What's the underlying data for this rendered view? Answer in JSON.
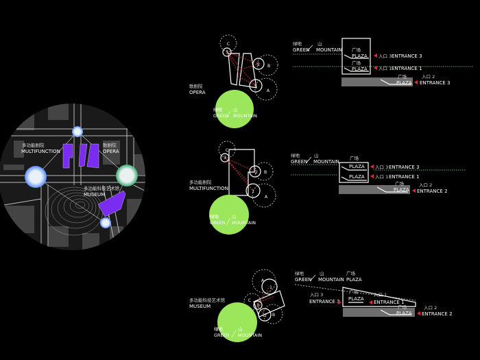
{
  "colors": {
    "background": "#000000",
    "green": "#9be65a",
    "purple": "#7a2df0",
    "gray_bar": "#6d6d6d",
    "entrance_arrow": "#e0283c",
    "node_glow": "#cfe8ff"
  },
  "site_map": {
    "multifunction_cn": "多功能剧院",
    "multifunction_en": "MULTIFUNCTION",
    "opera_cn": "歌剧院",
    "opera_en": "OPERA",
    "museum_cn": "多功能科技艺术馆",
    "museum_en": "MUSEUM"
  },
  "panels": [
    {
      "building_cn": "歌剧院",
      "building_en": "OPERA",
      "green_cn": "绿地",
      "mountain_cn": "山",
      "green_en": "GREEN",
      "mountain_en": "MOUNTAIN",
      "nodes": [
        "C",
        "3",
        "2",
        "B",
        "1",
        "A"
      ],
      "section": {
        "green_cn": "绿地",
        "mountain_cn": "山",
        "green_en": "GREEN",
        "mountain_en": "MOUNTAIN",
        "plaza1_cn": "广场",
        "plaza1_en": "PLAZA",
        "plaza2_cn": "广场",
        "plaza2_en": "PLAZA",
        "plaza3_cn": "广场",
        "plaza3_en": "PLAZA",
        "entry_a_cn": "入口 3",
        "entry_a_en": "ENTRANCE 3",
        "entry_b_cn": "入口 1",
        "entry_b_en": "ENTRANCE 1",
        "entry_c_cn": "入口 2",
        "entry_c_en": "ENTRANCE 3"
      }
    },
    {
      "building_cn": "多功能剧院",
      "building_en": "MULTIFUNCTION",
      "green_cn": "绿地",
      "mountain_cn": "山",
      "green_en": "GREEN",
      "mountain_en": "MOUNTAIN",
      "nodes": [
        "C",
        "3",
        "2",
        "B",
        "1",
        "A"
      ],
      "section": {
        "green_cn": "绿地",
        "mountain_cn": "山",
        "green_en": "GREEN",
        "mountain_en": "MOUNTAIN",
        "plaza_top_cn": "广场",
        "plaza1_en": "PLAZA",
        "plaza2_en": "PLAZA",
        "plaza3_cn": "广场",
        "plaza3_en": "PLAZA",
        "entry_a_cn": "入口 3",
        "entry_a_en": "ENTRANCE 3",
        "entry_b_cn": "入口 1",
        "entry_b_en": "ENTRANCE 1",
        "entry_c_cn": "入口 2",
        "entry_c_en": "ENTRANCE 2"
      }
    },
    {
      "building_cn": "多功能科技艺术馆",
      "building_en": "MUSEUM",
      "green_cn": "绿地",
      "mountain_cn": "山",
      "green_en": "GREEN",
      "mountain_en": "MOUNTAIN",
      "nodes": [
        "A",
        "1",
        "C",
        "3",
        "2",
        "B"
      ],
      "section": {
        "green_cn": "绿地",
        "mountain_cn": "山",
        "green_en": "GREEN",
        "mountain_en": "MOUNTAIN",
        "plaza_top_cn": "广场",
        "plaza_top_en": "PLAZA",
        "plaza1_cn": "广场",
        "plaza1_en": "PLAZA",
        "plaza3_cn": "广场",
        "plaza3_en": "PLAZA",
        "entry_a_cn": "入口 3",
        "entry_a_en": "ENTRANCE 3",
        "entry_b_cn": "入口 1",
        "entry_b_en": "ENTRANCE 1",
        "entry_c_cn": "入口 2",
        "entry_c_en": "ENTRANCE 2"
      }
    }
  ]
}
